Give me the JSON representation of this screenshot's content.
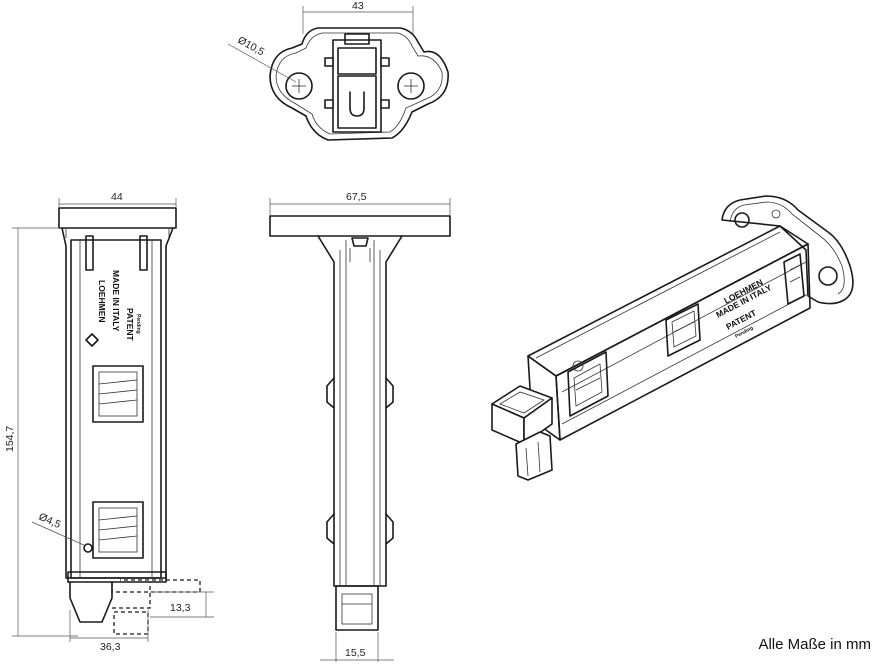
{
  "dimensions": {
    "top_width": "43",
    "top_hole_diameter": "Ø10,5",
    "front_width": "44",
    "height": "154,7",
    "pin_hole_diameter": "Ø4,5",
    "step_height": "13,3",
    "base_width": "36,3",
    "side_width": "67,5",
    "tip_width": "15,5"
  },
  "markings": {
    "brand": "LOEHMEN",
    "origin": "MADE IN ITALY",
    "patent": "PATENT",
    "patent_sub": "Pending"
  },
  "note": "Alle Maße in mm"
}
